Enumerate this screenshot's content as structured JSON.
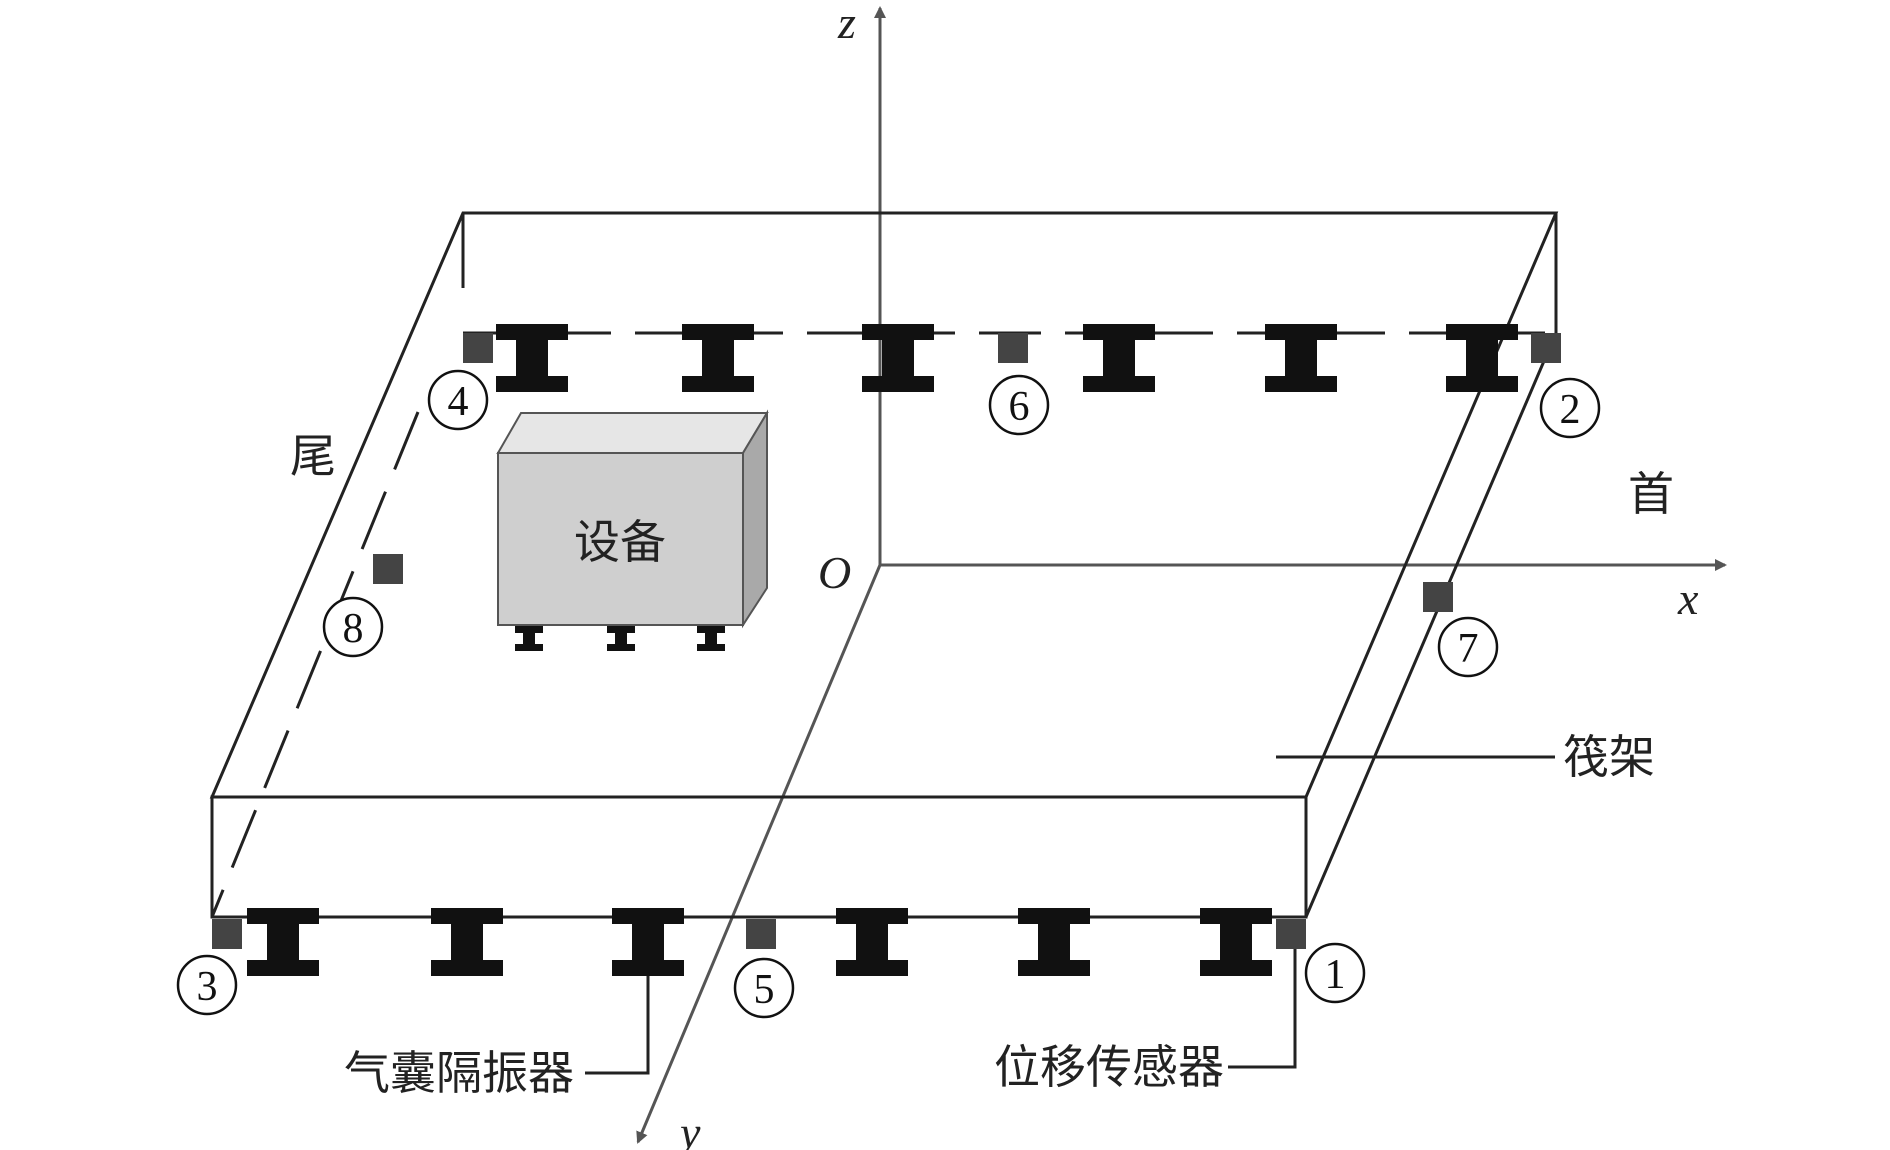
{
  "axes": {
    "x": "x",
    "y": "y",
    "z": "z",
    "origin": "O"
  },
  "labels": {
    "stern": "尾",
    "bow": "首",
    "equipment": "设备",
    "raft": "筏架",
    "isolator": "气囊隔振器",
    "sensor": "位移传感器"
  },
  "sensors": [
    "1",
    "2",
    "3",
    "4",
    "5",
    "6",
    "7",
    "8"
  ],
  "colors": {
    "line": "#222222",
    "isolator": "#111111",
    "sensor": "#444444",
    "equipment_front": "#cfcfcf",
    "equipment_top": "#e6e6e6",
    "equipment_side": "#a9a9a9"
  }
}
